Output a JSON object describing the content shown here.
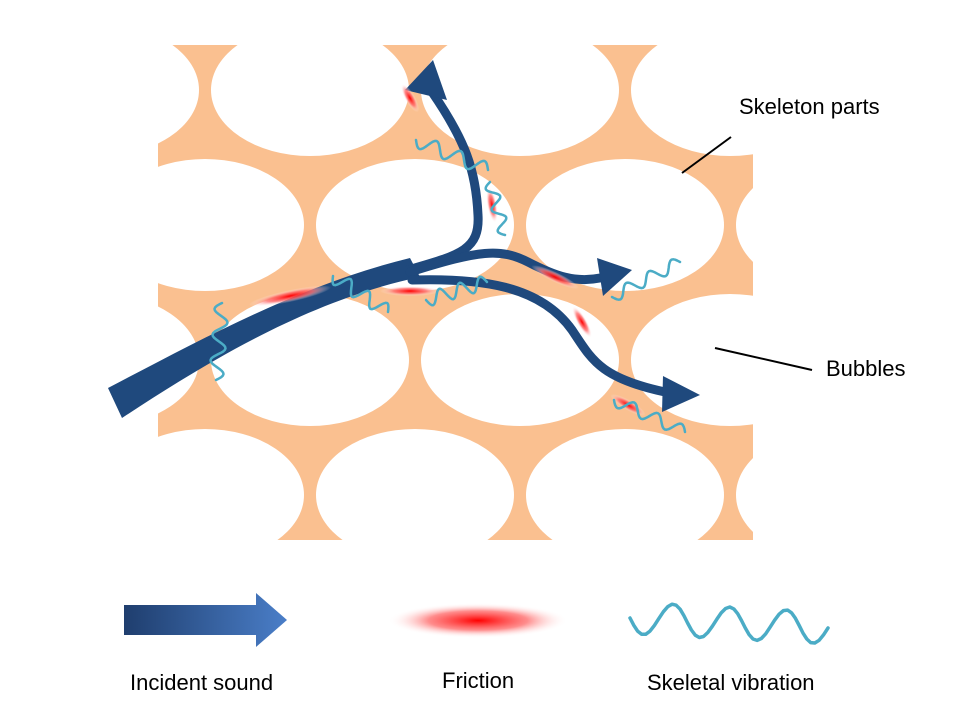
{
  "labels": {
    "skeleton": "Skeleton parts",
    "bubbles": "Bubbles"
  },
  "legend": {
    "incident_sound": "Incident sound",
    "friction": "Friction",
    "skeletal_vibration": "Skeletal vibration"
  },
  "colors": {
    "skeleton": "#FAC090",
    "bubble": "#FFFFFF",
    "sound_arrow": "#1F497D",
    "sound_arrow_light": "#4A7EC8",
    "friction": "#FF0000",
    "vibration": "#4BACC6"
  }
}
